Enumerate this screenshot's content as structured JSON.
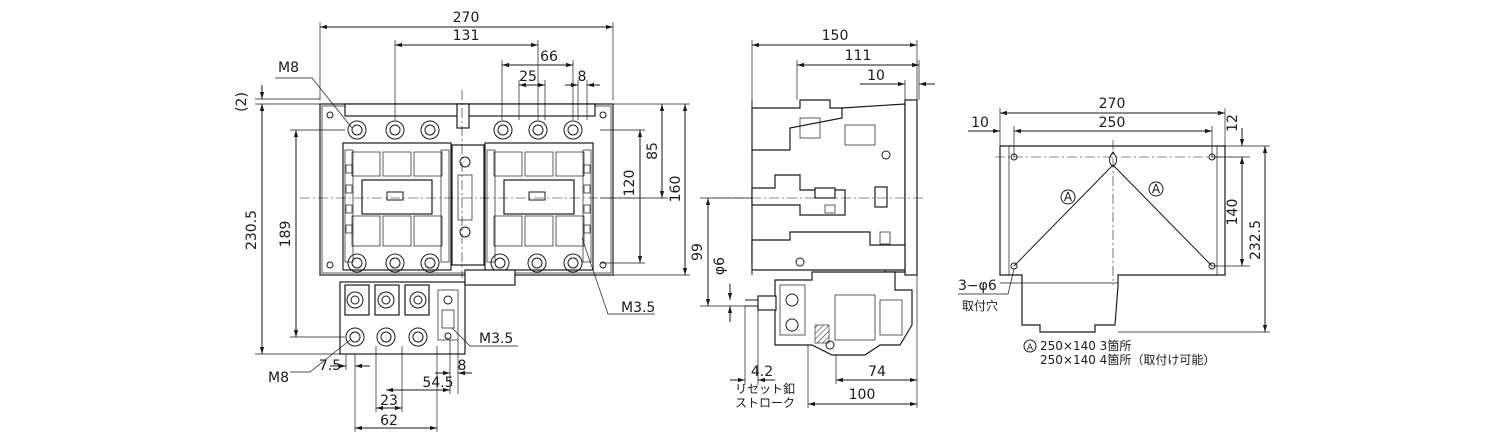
{
  "front_view": {
    "dimensions": {
      "width_270": "270",
      "width_131": "131",
      "width_66": "66",
      "width_25": "25",
      "width_8_top": "8",
      "height_2": "(2)",
      "height_230_5": "230.5",
      "height_189": "189",
      "height_85": "85",
      "height_120": "120",
      "height_160": "160",
      "width_7_5": "7.5",
      "width_23": "23",
      "width_62": "62",
      "width_54_5": "54.5",
      "width_8_bottom": "8"
    },
    "labels": {
      "m8_top": "M8",
      "m8_bottom": "M8",
      "m3_5_right": "M3.5",
      "m3_5_relay": "M3.5"
    }
  },
  "side_view": {
    "dimensions": {
      "depth_150": "150",
      "depth_111": "111",
      "depth_10": "10",
      "height_99": "99",
      "dia_6": "φ6",
      "width_4_2": "4.2",
      "width_74": "74",
      "width_100": "100"
    },
    "labels": {
      "reset_stroke_line1": "リセット釦",
      "reset_stroke_line2": "ストローク"
    }
  },
  "mounting_view": {
    "dimensions": {
      "width_270": "270",
      "width_250": "250",
      "width_10": "10",
      "height_12": "12",
      "height_140": "140",
      "height_232_5": "232.5"
    },
    "labels": {
      "hole_label": "3−φ6",
      "hole_sublabel": "取付穴",
      "marker_a": "A",
      "note_line1": "250×140  3箇所",
      "note_line2": "250×140  4箇所（取付け可能）"
    }
  }
}
